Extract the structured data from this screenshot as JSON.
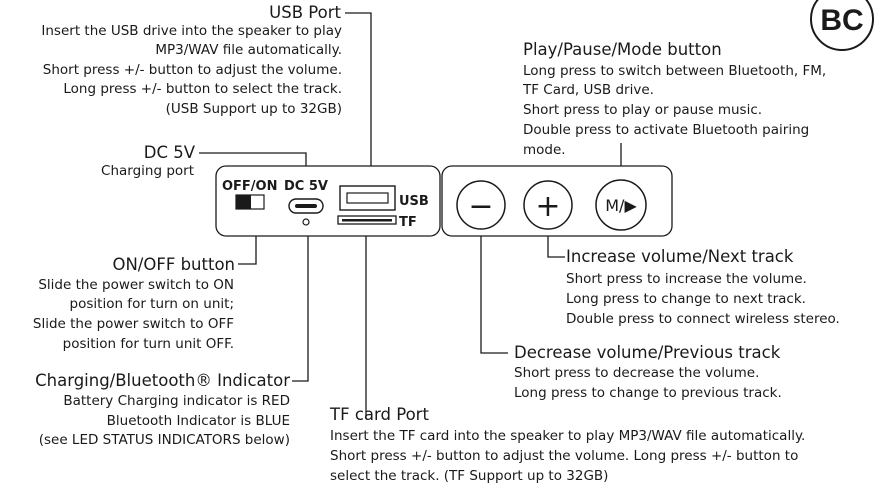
{
  "logo": {
    "text": "BC"
  },
  "usb_port": {
    "title": "USB Port",
    "lines": [
      "Insert the USB drive into the speaker to play",
      "MP3/WAV file automatically.",
      "Short press +/- button to adjust the volume.",
      "Long press +/- button to select the track.",
      "(USB Support up to 32GB)"
    ]
  },
  "play_pause": {
    "title": "Play/Pause/Mode button",
    "lines": [
      "Long press to switch between Bluetooth, FM,",
      "TF Card, USB drive.",
      "Short press to play or pause music.",
      "Double press to activate Bluetooth pairing",
      "mode."
    ]
  },
  "dc5v": {
    "title": "DC 5V",
    "lines": [
      "Charging port"
    ]
  },
  "onoff": {
    "title": "ON/OFF button",
    "lines": [
      "Slide the power switch to ON",
      "position for turn on unit;",
      "Slide the power switch to OFF",
      "position for turn unit OFF."
    ]
  },
  "indicator": {
    "title": "Charging/Bluetooth® Indicator",
    "lines": [
      "Battery Charging indicator is RED",
      "Bluetooth Indicator is BLUE",
      "(see LED STATUS INDICATORS below)"
    ]
  },
  "tf_port": {
    "title": "TF card Port",
    "lines": [
      "Insert the TF card into the speaker to play MP3/WAV file automatically.",
      "Short press +/- button to adjust the volume. Long press +/- button to",
      "select the track. (TF Support up to 32GB)"
    ]
  },
  "increase": {
    "title": "Increase volume/Next track",
    "lines": [
      "Short press to increase the volume.",
      "Long press to change to next track.",
      "Double press to connect wireless stereo."
    ]
  },
  "decrease": {
    "title": "Decrease volume/Previous track",
    "lines": [
      "Short press to decrease the volume.",
      "Long press to change to previous track."
    ]
  },
  "panel": {
    "offon_label": "OFF/ON",
    "dc_label": "DC 5V",
    "usb_label": "USB",
    "tf_label": "TF",
    "minus_symbol": "−",
    "plus_symbol": "+",
    "mode_symbol": "M/▶"
  }
}
